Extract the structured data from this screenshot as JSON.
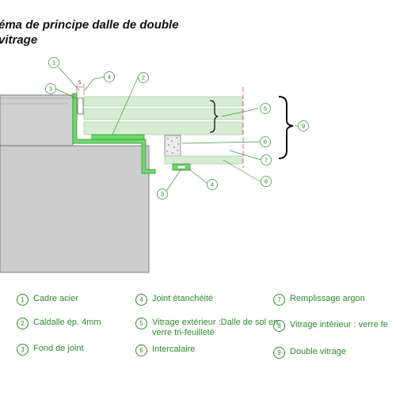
{
  "title": "éma de principe dalle de double vitrage",
  "dimension_label": "5",
  "callouts": [
    "1",
    "2",
    "3",
    "4",
    "5",
    "6",
    "7",
    "8",
    "9"
  ],
  "legend": [
    {
      "num": "1",
      "text": "Cadre acier"
    },
    {
      "num": "2",
      "text": "Caldalle ép. 4mm"
    },
    {
      "num": "3",
      "text": "Fond de joint"
    },
    {
      "num": "4",
      "text": "Joint étanchéité"
    },
    {
      "num": "5",
      "text": "Vitrage extérieur :Dalle de sol en verre tri-feuilleté"
    },
    {
      "num": "6",
      "text": "Intercalaire"
    },
    {
      "num": "7",
      "text": "Remplissage argon"
    },
    {
      "num": "8",
      "text": "Vitrage intérieur : verre fe"
    },
    {
      "num": "9",
      "text": "Double vitrage"
    }
  ],
  "colors": {
    "steel": "#6fd96f",
    "glass": "#d6ecd3",
    "slab": "#cccccc",
    "dim": "#e04040",
    "leader": "#3a9a3a"
  }
}
